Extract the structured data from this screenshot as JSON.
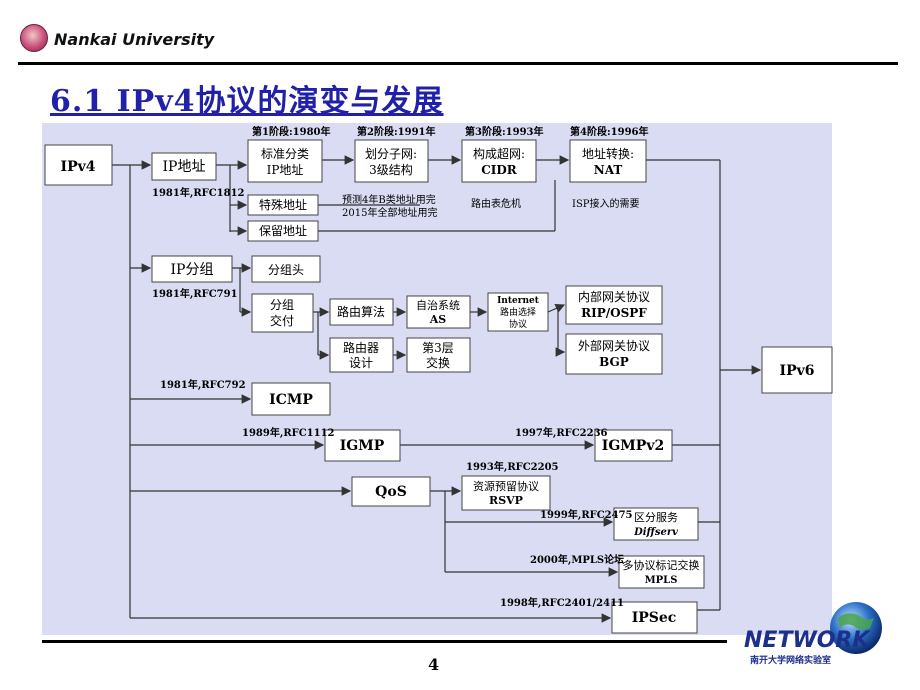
{
  "header": {
    "university": "Nankai University"
  },
  "title": "6.1  IPv4协议的演变与发展",
  "page_number": "4",
  "logo": {
    "word": "NETWORK",
    "caption": "南开大学网络实验室"
  },
  "stages": {
    "s1": "第1阶段:1980年",
    "s2": "第2阶段:1991年",
    "s3": "第3阶段:1993年",
    "s4": "第4阶段:1996年"
  },
  "boxes": {
    "ipv4": "IPv4",
    "ipaddr": "IP地址",
    "std1": "标准分类",
    "std2": "IP地址",
    "subnet1": "划分子网:",
    "subnet2": "3级结构",
    "super1": "构成超网:",
    "super2": "CIDR",
    "nat1": "地址转换:",
    "nat2": "NAT",
    "special": "特殊地址",
    "reserved": "保留地址",
    "ippkt": "IP分组",
    "hdr": "分组头",
    "deliver1": "分组",
    "deliver2": "交付",
    "routealg": "路由算法",
    "as1": "自治系统",
    "as2": "AS",
    "inet1": "Internet",
    "inet2": "路由选择",
    "inet3": "协议",
    "igp1": "内部网关协议",
    "igp2": "RIP/OSPF",
    "egp1": "外部网关协议",
    "egp2": "BGP",
    "router1": "路由器",
    "router2": "设计",
    "l3a": "第3层",
    "l3b": "交换",
    "icmp": "ICMP",
    "igmp": "IGMP",
    "igmpv2": "IGMPv2",
    "qos": "QoS",
    "rsvp1": "资源预留协议",
    "rsvp2": "RSVP",
    "diff1": "区分服务",
    "diff2": "Diffserv",
    "mpls1": "多协议标记交换",
    "mpls2": "MPLS",
    "ipsec": "IPSec",
    "ipv6": "IPv6"
  },
  "notes": {
    "rfc1812": "1981年,RFC1812",
    "predict1": "预测4年B类地址用完",
    "predict2": "2015年全部地址用完",
    "routetable": "路由表危机",
    "isp": "ISP接入的需要",
    "rfc791": "1981年,RFC791",
    "rfc792": "1981年,RFC792",
    "rfc1112": "1989年,RFC1112",
    "rfc2236": "1997年,RFC2236",
    "rfc2205": "1993年,RFC2205",
    "rfc2475": "1999年,RFC2475",
    "mplsforum": "2000年,MPLS论坛",
    "rfc2401": "1998年,RFC2401/2411"
  }
}
